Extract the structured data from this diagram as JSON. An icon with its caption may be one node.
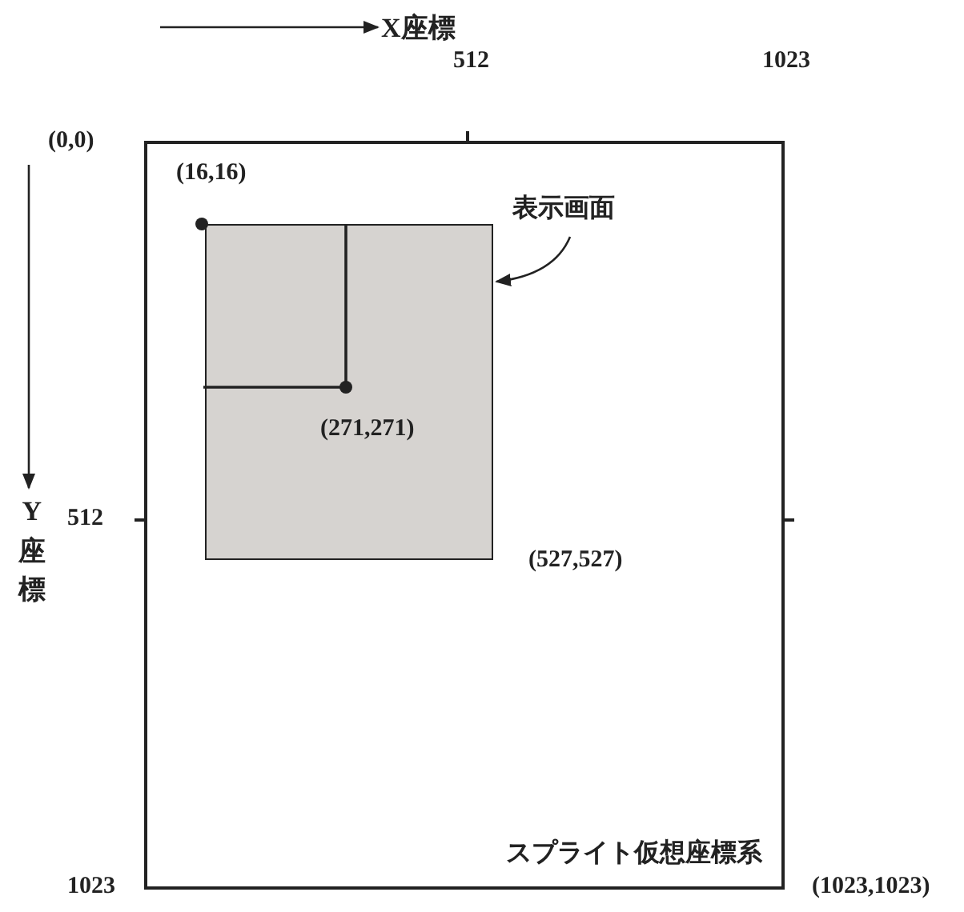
{
  "diagram": {
    "nodes": [
      {
        "text": [
          "スプライト仮想座標系"
        ]
      },
      {
        "text": [],
        "shape": "box",
        "in": 0
      },
      {
        "text": [
          "表示画面"
        ],
        "in": 0
      }
    ],
    "edges": [
      {
        "from": 2,
        "to": 1,
        "arrow": "to"
      }
    ],
    "labels": [
      "X座標",
      "512",
      "1023",
      "(0,0)",
      "(16,16)",
      "(271,271)",
      "Y座標",
      "512",
      "(527,527)",
      "1023",
      "(1023,1023)"
    ]
  }
}
